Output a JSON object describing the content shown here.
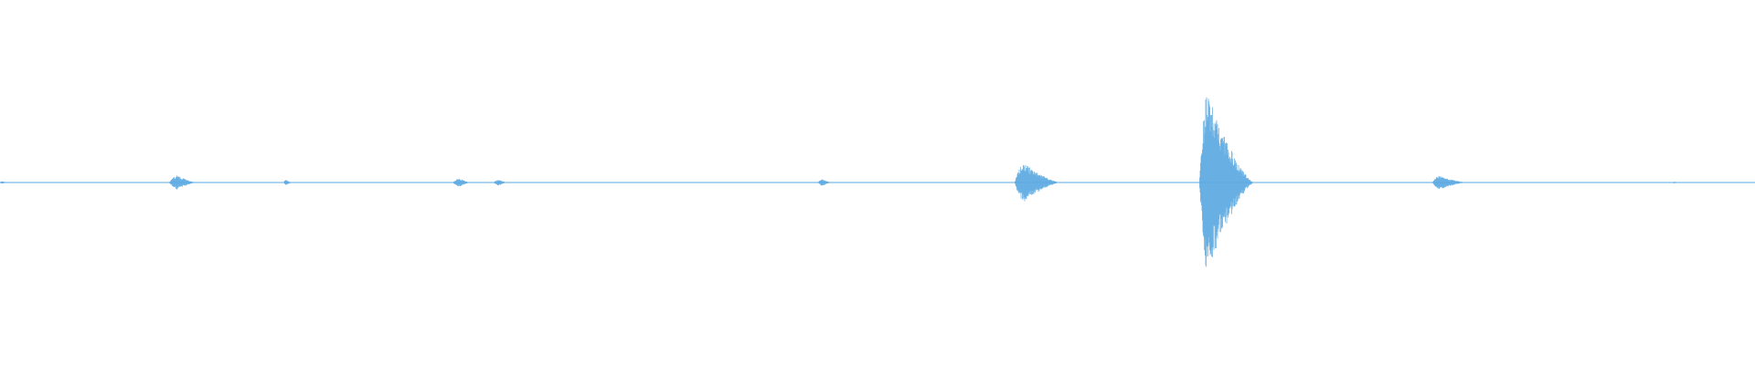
{
  "chart_data": {
    "type": "waveform",
    "title": "",
    "xlabel": "",
    "ylabel": "",
    "color": "#5aa9e0",
    "x_range": [
      0,
      1920
    ],
    "y_range": [
      -1,
      1
    ],
    "baseline_amplitude": 0.004,
    "segments": [
      {
        "start": 0,
        "end": 10,
        "peak": 0.015,
        "attack": 0.2,
        "type": "burst"
      },
      {
        "start": 185,
        "end": 215,
        "peak": 0.08,
        "attack": 0.3,
        "type": "burst"
      },
      {
        "start": 310,
        "end": 320,
        "peak": 0.03,
        "attack": 0.3,
        "type": "burst"
      },
      {
        "start": 495,
        "end": 515,
        "peak": 0.045,
        "attack": 0.4,
        "type": "burst"
      },
      {
        "start": 540,
        "end": 555,
        "peak": 0.035,
        "attack": 0.4,
        "type": "burst"
      },
      {
        "start": 895,
        "end": 910,
        "peak": 0.04,
        "attack": 0.3,
        "type": "burst"
      },
      {
        "start": 1110,
        "end": 1160,
        "peak": 0.22,
        "attack": 0.2,
        "type": "burst"
      },
      {
        "start": 1312,
        "end": 1372,
        "peak": 1.0,
        "attack": 0.15,
        "type": "burst"
      },
      {
        "start": 1567,
        "end": 1605,
        "peak": 0.08,
        "attack": 0.2,
        "type": "burst"
      },
      {
        "start": 1830,
        "end": 1836,
        "peak": 0.012,
        "attack": 0.3,
        "type": "burst"
      }
    ]
  }
}
